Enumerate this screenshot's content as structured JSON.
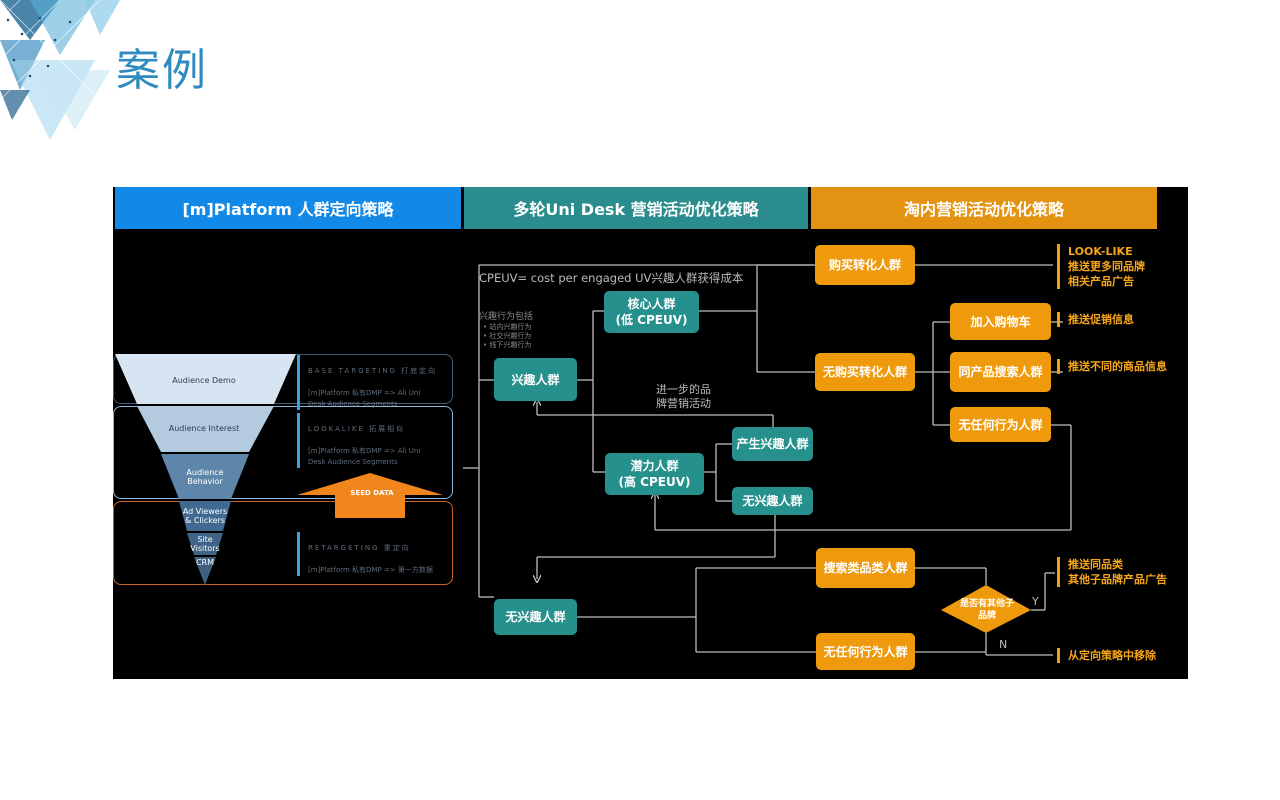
{
  "slide": {
    "title": "案例"
  },
  "headers": {
    "left": "[m]Platform 人群定向策略",
    "middle": "多轮Uni Desk 营销活动优化策略",
    "right": "淘内营销活动优化策略"
  },
  "funnel": {
    "levels": [
      {
        "label": "Audience Demo"
      },
      {
        "label": "Audience Interest"
      },
      {
        "label": "Audience\nBehavior"
      },
      {
        "label": "Ad Viewers\n& Clickers"
      },
      {
        "label": "Site\nVisitors"
      },
      {
        "label": "CRM"
      }
    ],
    "seed_label": "SEED DATA",
    "segments": [
      {
        "head": "BASE TARGETING 打底定向",
        "body": "[m]Platform 私有DMP => Ali Uni\nDesk Audience Segments"
      },
      {
        "head": "LOOKALIKE 拓展相似",
        "body": "[m]Platform 私有DMP => Ali Uni\nDesk Audience Segments"
      },
      {
        "head": "RETARGETING 重定向",
        "body": "[m]Platform 私有DMP => 第一方数据"
      }
    ]
  },
  "middle": {
    "cpeuv_note": "CPEUV= cost per engaged UV兴趣人群获得成本",
    "interest_behaviors": {
      "title": "兴趣行为包括",
      "items": [
        "站内兴趣行为",
        "社交兴趣行为",
        "线下兴趣行为"
      ]
    },
    "branding_note": "进一步的品\n牌营销活动",
    "nodes": {
      "interest": "兴趣人群",
      "core": "核心人群\n(低 CPEUV)",
      "potential": "潜力人群\n(高 CPEUV)",
      "generated_interest": "产生兴趣人群",
      "no_interest_small": "无兴趣人群",
      "no_interest": "无兴趣人群"
    }
  },
  "right": {
    "nodes": {
      "purchase": "购买转化人群",
      "no_purchase": "无购买转化人群",
      "add_cart": "加入购物车",
      "same_product_search": "同产品搜索人群",
      "no_behavior_1": "无任何行为人群",
      "category_search": "搜索类品类人群",
      "no_behavior_2": "无任何行为人群"
    },
    "decision": {
      "label": "是否有其他子\n品牌",
      "yes": "Y",
      "no": "N"
    },
    "notes": {
      "lookalike": "LOOK-LIKE\n推送更多同品牌\n相关产品广告",
      "promo": "推送促销信息",
      "diff_products": "推送不同的商品信息",
      "same_category": "推送同品类\n其他子品牌产品广告",
      "remove": "从定向策略中移除"
    }
  },
  "colors": {
    "title": "#2f8bbd",
    "header_blue": "#1289e6",
    "header_teal": "#2a8c8c",
    "header_orange": "#e39212",
    "node_teal": "#26908c",
    "node_orange": "#ef9a0c",
    "note_orange": "#f5a51a",
    "seed_arrow": "#f0861c"
  }
}
